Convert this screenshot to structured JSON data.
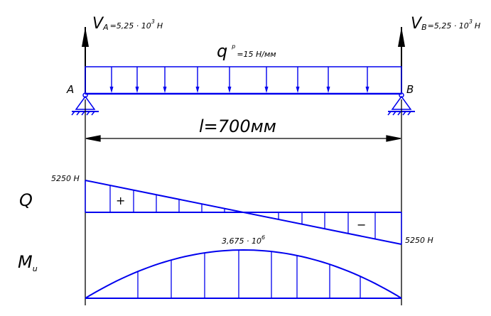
{
  "colors": {
    "blue": "#0000ee",
    "black": "#000000"
  },
  "reactions": {
    "va_main": "V",
    "va_sub": "A",
    "va_value": "=5,25 · 10",
    "va_exp": "3",
    "va_unit": "H",
    "vb_main": "V",
    "vb_sub": "B",
    "vb_value": "=5,25 · 10",
    "vb_exp": "3",
    "vb_unit": "H"
  },
  "load": {
    "q_main": "q",
    "q_sup": "p",
    "q_value": "=15 H/мм"
  },
  "supports": {
    "a": "A",
    "b": "B"
  },
  "span": {
    "label": "l=700мм"
  },
  "shear": {
    "axis_label": "Q",
    "left_value": "5250 H",
    "right_value": "5250 H",
    "plus_sign": "+",
    "minus_sign": "−"
  },
  "moment": {
    "axis_main": "M",
    "axis_sub": "u",
    "max_value": "3,675 · 10",
    "max_exp": "6"
  }
}
